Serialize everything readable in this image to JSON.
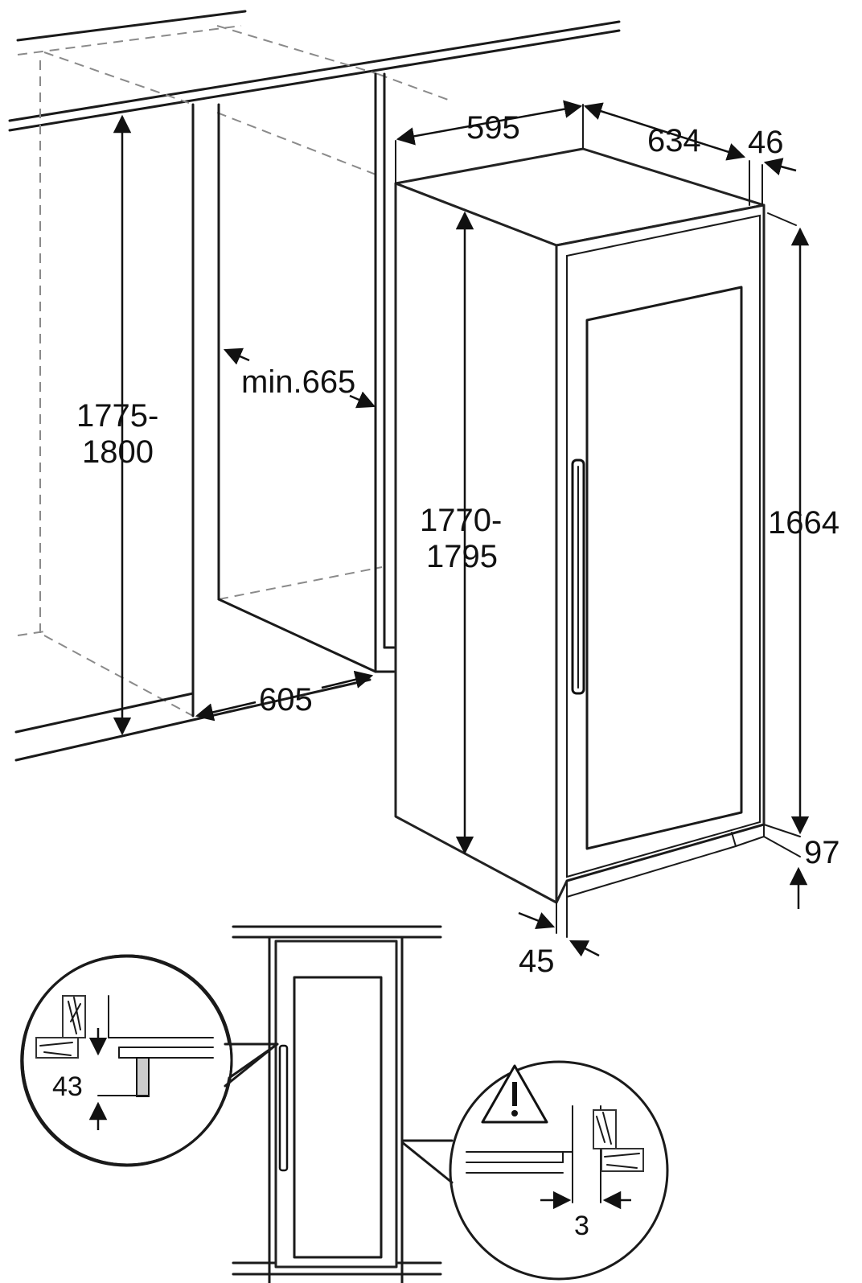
{
  "dimensions": {
    "width_595": "595",
    "depth_634": "634",
    "door_46": "46",
    "niche_height": [
      "1775-",
      "1800"
    ],
    "niche_depth_min": "min.665",
    "unit_height": [
      "1770-",
      "1795"
    ],
    "cabinet_height": "1664",
    "plinth": "97",
    "niche_width": "605",
    "door_offset": "45"
  },
  "details": {
    "left_callout": "43",
    "right_callout": "3"
  },
  "icons": {
    "warning": "warning-triangle-icon"
  }
}
